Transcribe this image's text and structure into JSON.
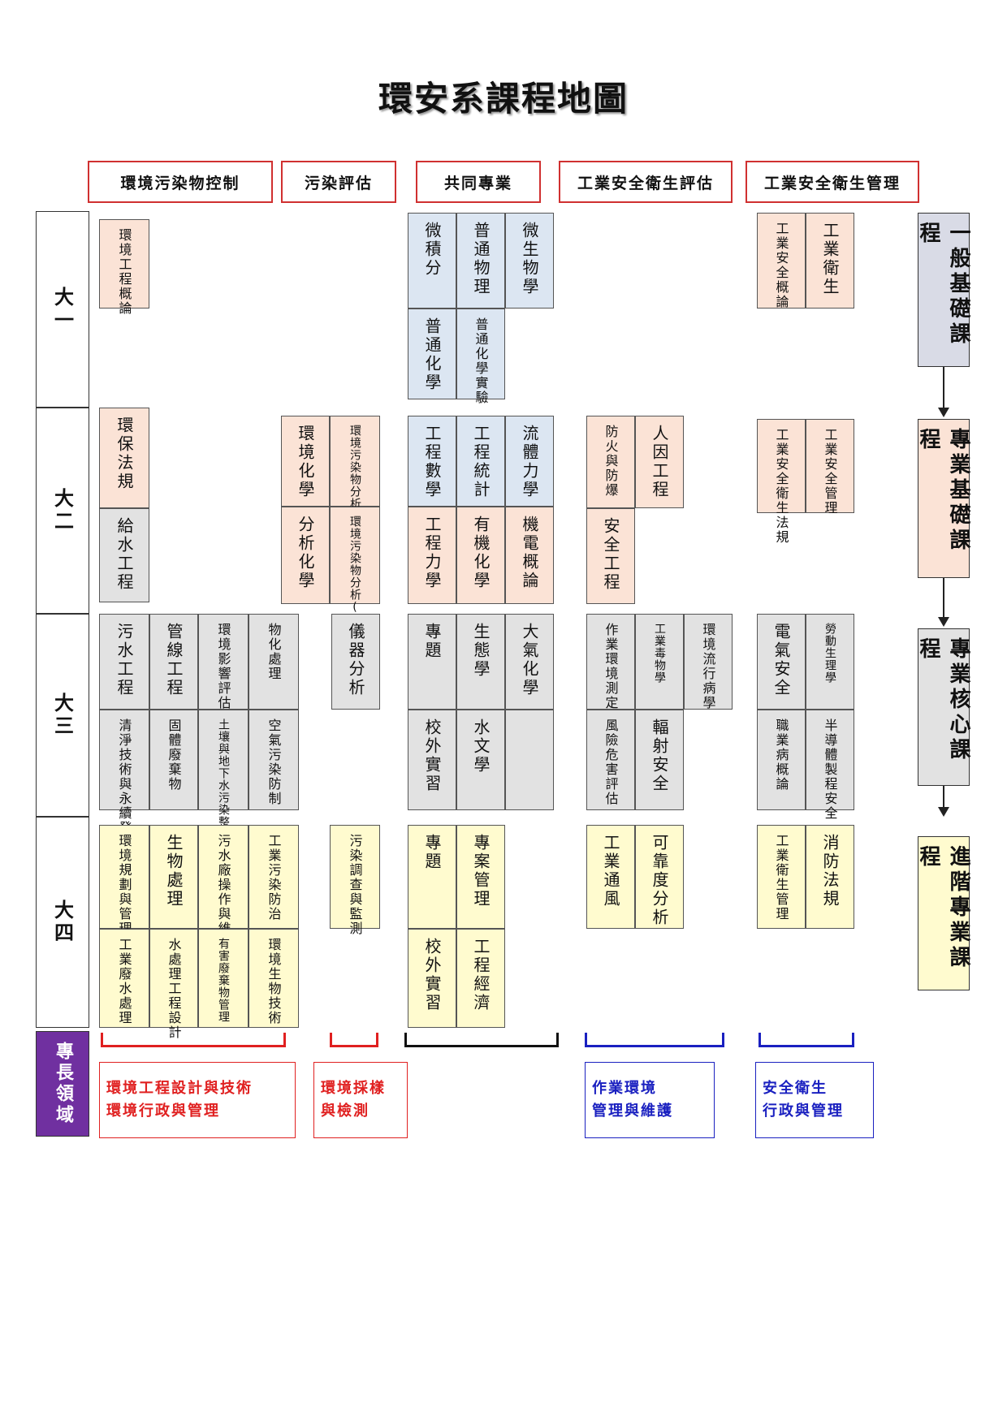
{
  "title": "環安系課程地圖",
  "headers": [
    "環境污染物控制",
    "污染評估",
    "共同專業",
    "工業安全衛生評估",
    "工業安全衛生管理"
  ],
  "years": [
    "大一",
    "大二",
    "大三",
    "大四"
  ],
  "categories": [
    {
      "label": "一般基礎課程",
      "color": "#d9dbe6"
    },
    {
      "label": "專業基礎課程",
      "color": "#fbe3d6"
    },
    {
      "label": "專業核心課程",
      "color": "#e2e2e2"
    },
    {
      "label": "進階專業課程",
      "color": "#fffbcf"
    }
  ],
  "courses": {
    "y1_envEng": "環境工程概論",
    "y1_calc": "微積分",
    "y1_phys": "普通物理",
    "y1_micro": "微生物學",
    "y1_chem": "普通化學",
    "y1_chemlab": "普通化學實驗",
    "y1_indsafe": "工業安全概論",
    "y1_indhyg": "工業衛生",
    "y2_envlaw": "環保法規",
    "y2_water": "給水工程",
    "y2_envchem": "環境化學",
    "y2_poll1": "環境污染物分析(一)",
    "y2_anachem": "分析化學",
    "y2_poll2": "環境污染物分析(二)",
    "y2_engmath": "工程數學",
    "y2_engstat": "工程統計",
    "y2_fluid": "流體力學",
    "y2_engmech": "工程力學",
    "y2_orgchem": "有機化學",
    "y2_mecha": "機電概論",
    "y2_fire": "防火與防爆",
    "y2_human": "人因工程",
    "y2_safeeng": "安全工程",
    "y2_safelaw": "工業安全衛生法規",
    "y2_safemgmt": "工業安全管理",
    "y3_sewer": "污水工程",
    "y3_pipe": "管線工程",
    "y3_eia": "環境影響評估",
    "y3_phys": "物化處理",
    "y3_instr": "儀器分析",
    "y3_topic": "專題",
    "y3_eco": "生態學",
    "y3_atmos": "大氣化學",
    "y3_workenv": "作業環境測定",
    "y3_tox": "工業毒物學",
    "y3_epi": "環境流行病學",
    "y3_elec": "電氣安全",
    "y3_labor": "勞動生理學",
    "y3_clean": "清淨技術與永續發展",
    "y3_solid": "固體廢棄物",
    "y3_soil": "土壤與地下水污染整治",
    "y3_air": "空氣污染防制",
    "y3_intern": "校外實習",
    "y3_hydro": "水文學",
    "y3_risk": "風險危害評估",
    "y3_rad": "輻射安全",
    "y3_occu": "職業病概論",
    "y3_semi": "半導體製程安全",
    "y4_plan": "環境規劃與管理",
    "y4_bio": "生物處理",
    "y4_plant": "污水廠操作與維護",
    "y4_indpoll": "工業污染防治",
    "y4_survey": "污染調查與監測",
    "y4_topic": "專題",
    "y4_proj": "專案管理",
    "y4_vent": "工業通風",
    "y4_reli": "可靠度分析",
    "y4_hygmgmt": "工業衛生管理",
    "y4_firelaw": "消防法規",
    "y4_waste": "工業廢水處理",
    "y4_wteng": "水處理工程設計",
    "y4_hazmgmt": "有害廢棄物管理",
    "y4_biotech": "環境生物技術",
    "y4_intern": "校外實習",
    "y4_econ": "工程經濟"
  },
  "expert_label": "專長領域",
  "areas": [
    {
      "line1": "環境工程設計與技術",
      "line2": "環境行政與管理",
      "color": "#e02020"
    },
    {
      "line1": "環境採樣",
      "line2": "與檢測",
      "color": "#e02020"
    },
    {
      "line1": "作業環境",
      "line2": "管理與維護",
      "color": "#1a20c0"
    },
    {
      "line1": "安全衛生",
      "line2": "行政與管理",
      "color": "#1a20c0"
    }
  ]
}
